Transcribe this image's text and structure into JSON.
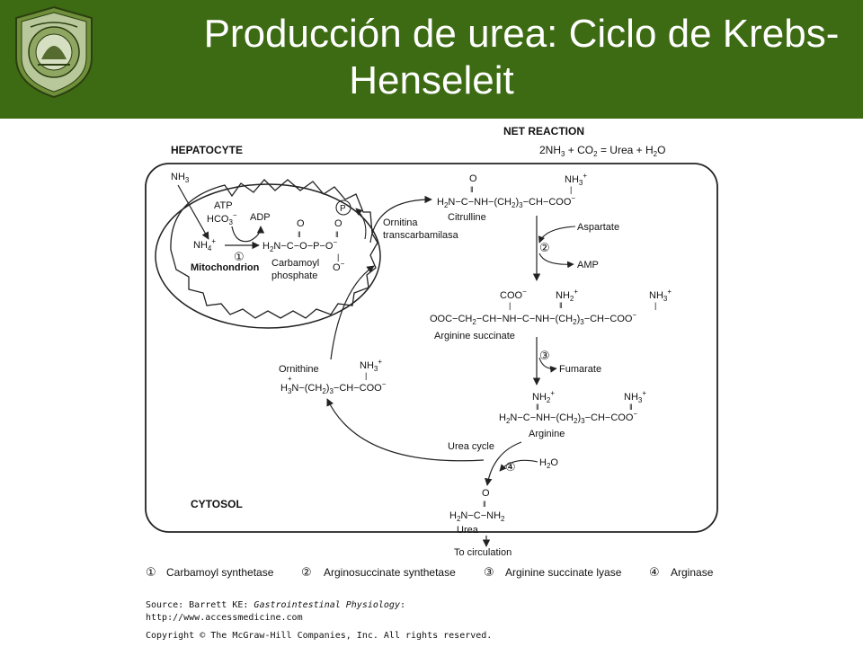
{
  "header": {
    "title_line1": "Producción de urea: Ciclo de Krebs-",
    "title_line2": "Henseleit",
    "background_color": "#3d6b13"
  },
  "logo": {
    "icon": "university-seal-icon",
    "description_visible_text": ""
  },
  "diagram": {
    "net_reaction": {
      "label": "NET REACTION",
      "equation": "2NH3 + CO2 = Urea + H2O"
    },
    "hepatocyte_label": "HEPATOCYTE",
    "cytosol_label": "CYTOSOL",
    "mitochondrion": {
      "label": "Mitochondrion",
      "nh3": "NH3",
      "atp": "ATP",
      "hco3": "HCO3⁻",
      "adp": "ADP",
      "nh4": "NH4⁺",
      "step": "①",
      "carbamoyl_phosphate": "Carbamoyl phosphate",
      "p_circle": "P"
    },
    "enzyme_annotation": {
      "line1": "Ornitina",
      "line2": "transcarbamilasa"
    },
    "citrulline": {
      "name": "Citrulline",
      "formula": "H2N—C—NH—(CH2)3—CH—COO⁻"
    },
    "step2": {
      "number": "②",
      "in": "Aspartate",
      "out": "AMP"
    },
    "arginine_succinate": {
      "name": "Arginine succinate",
      "formula": "OOC—CH2—CH—NH—C—NH—(CH2)3—CH—COO⁻"
    },
    "step3": {
      "number": "③",
      "out": "Fumarate"
    },
    "arginine": {
      "name": "Arginine",
      "formula": "H2N—C—NH—(CH2)3—CH—COO⁻"
    },
    "ornithine": {
      "name": "Ornithine",
      "formula": "H3N—(CH2)3—CH—COO⁻"
    },
    "urea_cycle_label": "Urea cycle",
    "step4": {
      "number": "④",
      "in": "H2O"
    },
    "urea": {
      "name": "Urea",
      "formula": "H2N—C—NH2",
      "destination": "To circulation"
    }
  },
  "legend": [
    {
      "number": "①",
      "enzyme": "Carbamoyl synthetase"
    },
    {
      "number": "②",
      "enzyme": "Arginosuccinate synthetase"
    },
    {
      "number": "③",
      "enzyme": "Arginine succinate lyase"
    },
    {
      "number": "④",
      "enzyme": "Arginase"
    }
  ],
  "source": {
    "prefix": "Source: Barrett KE: ",
    "book": "Gastrointestinal Physiology",
    "suffix": ":",
    "url": "http://www.accessmedicine.com",
    "copyright": "Copyright © The McGraw-Hill Companies, Inc. All rights reserved."
  }
}
